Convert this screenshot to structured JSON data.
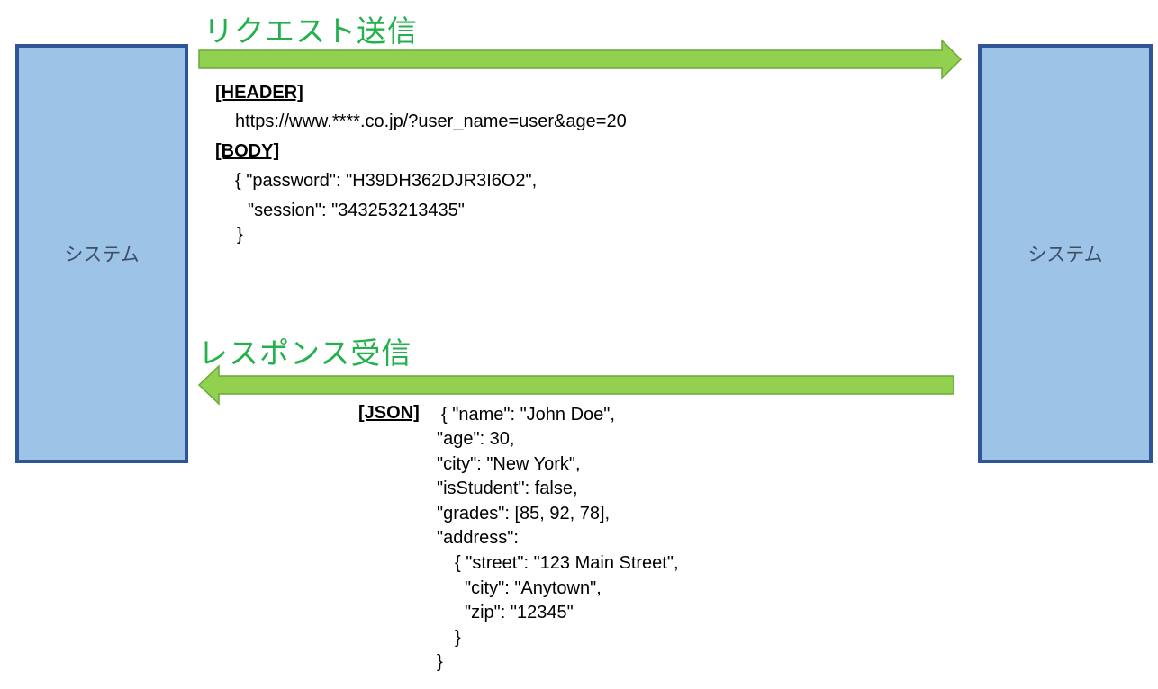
{
  "request": {
    "title": "リクエスト送信",
    "header_label": "[HEADER]",
    "header_value": "https://www.****.co.jp/?user_name=user&age=20",
    "body_label": "[BODY]",
    "body_lines": [
      "{ \"password\": \"H39DH362DJR3I6O2\",",
      "\"session\": \"343253213435\"",
      "}"
    ]
  },
  "response": {
    "title": "レスポンス受信",
    "json_label": "[JSON]",
    "json_lines": [
      "{ \"name\": \"John Doe\",",
      "\"age\": 30,",
      "\"city\": \"New York\",",
      "\"isStudent\": false,",
      "\"grades\": [85, 92, 78],",
      "\"address\":",
      "{ \"street\": \"123 Main Street\",",
      "\"city\": \"Anytown\",",
      "\"zip\": \"12345\"",
      "}",
      "}"
    ]
  },
  "systems": {
    "left_label": "システム",
    "right_label": "システム"
  },
  "colors": {
    "arrow_fill": "#92d050",
    "arrow_stroke": "#6aa83a",
    "box_fill": "#9dc3e6",
    "box_border": "#2f5597",
    "title_color": "#22b14c"
  }
}
